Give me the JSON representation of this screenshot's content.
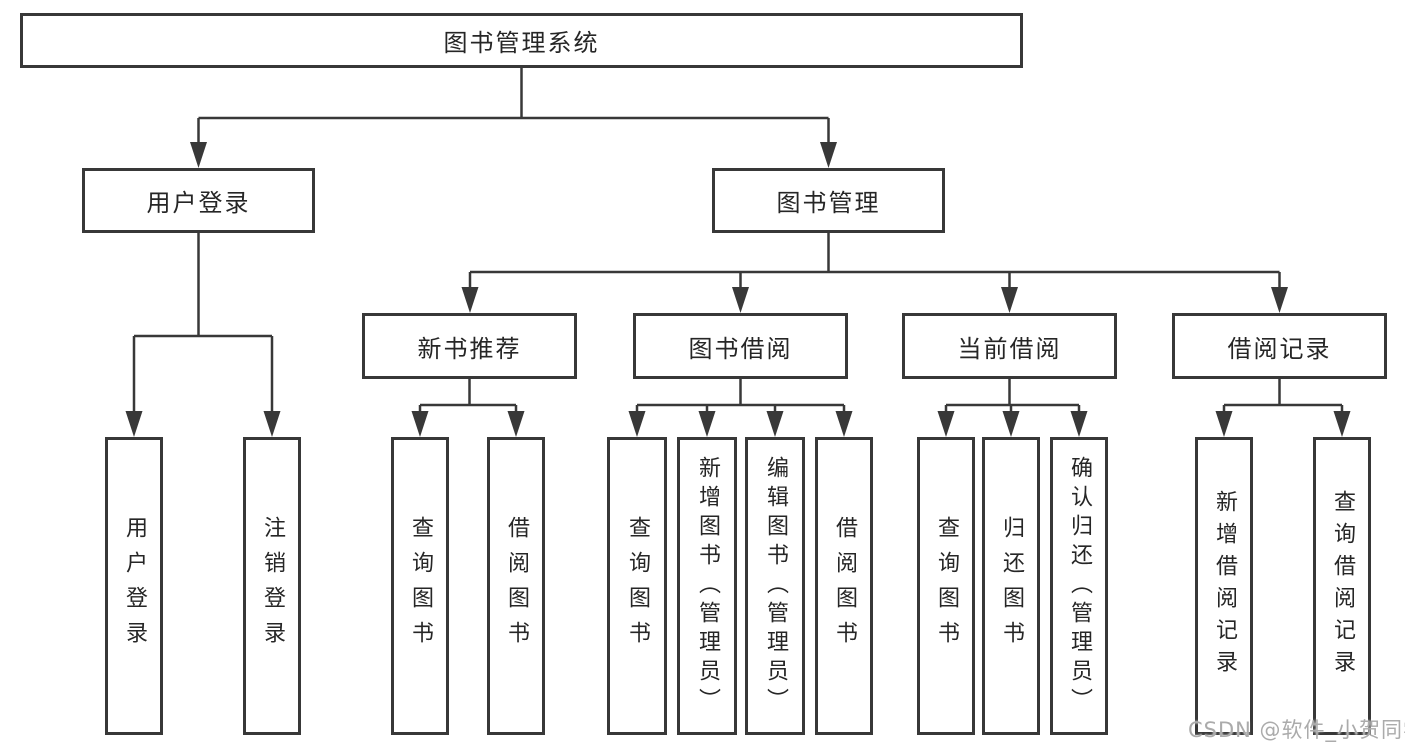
{
  "tree": {
    "label": "图书管理系统",
    "children": [
      {
        "label": "用户登录",
        "children": [
          {
            "label": "用户登录"
          },
          {
            "label": "注销登录"
          }
        ]
      },
      {
        "label": "图书管理",
        "children": [
          {
            "label": "新书推荐",
            "children": [
              {
                "label": "查询图书"
              },
              {
                "label": "借阅图书"
              }
            ]
          },
          {
            "label": "图书借阅",
            "children": [
              {
                "label": "查询图书"
              },
              {
                "label": "新增图书（管理员）"
              },
              {
                "label": "编辑图书（管理员）"
              },
              {
                "label": "借阅图书"
              }
            ]
          },
          {
            "label": "当前借阅",
            "children": [
              {
                "label": "查询图书"
              },
              {
                "label": "归还图书"
              },
              {
                "label": "确认归还（管理员）"
              }
            ]
          },
          {
            "label": "借阅记录",
            "children": [
              {
                "label": "新增借阅记录"
              },
              {
                "label": "查询借阅记录"
              }
            ]
          }
        ]
      }
    ]
  },
  "watermark": {
    "text": "CSDN @软件_小贺同学"
  },
  "colors": {
    "line": "#383838",
    "box_border": "#383838",
    "text": "#262626",
    "background": "#ffffff",
    "watermark": "#ababab"
  }
}
